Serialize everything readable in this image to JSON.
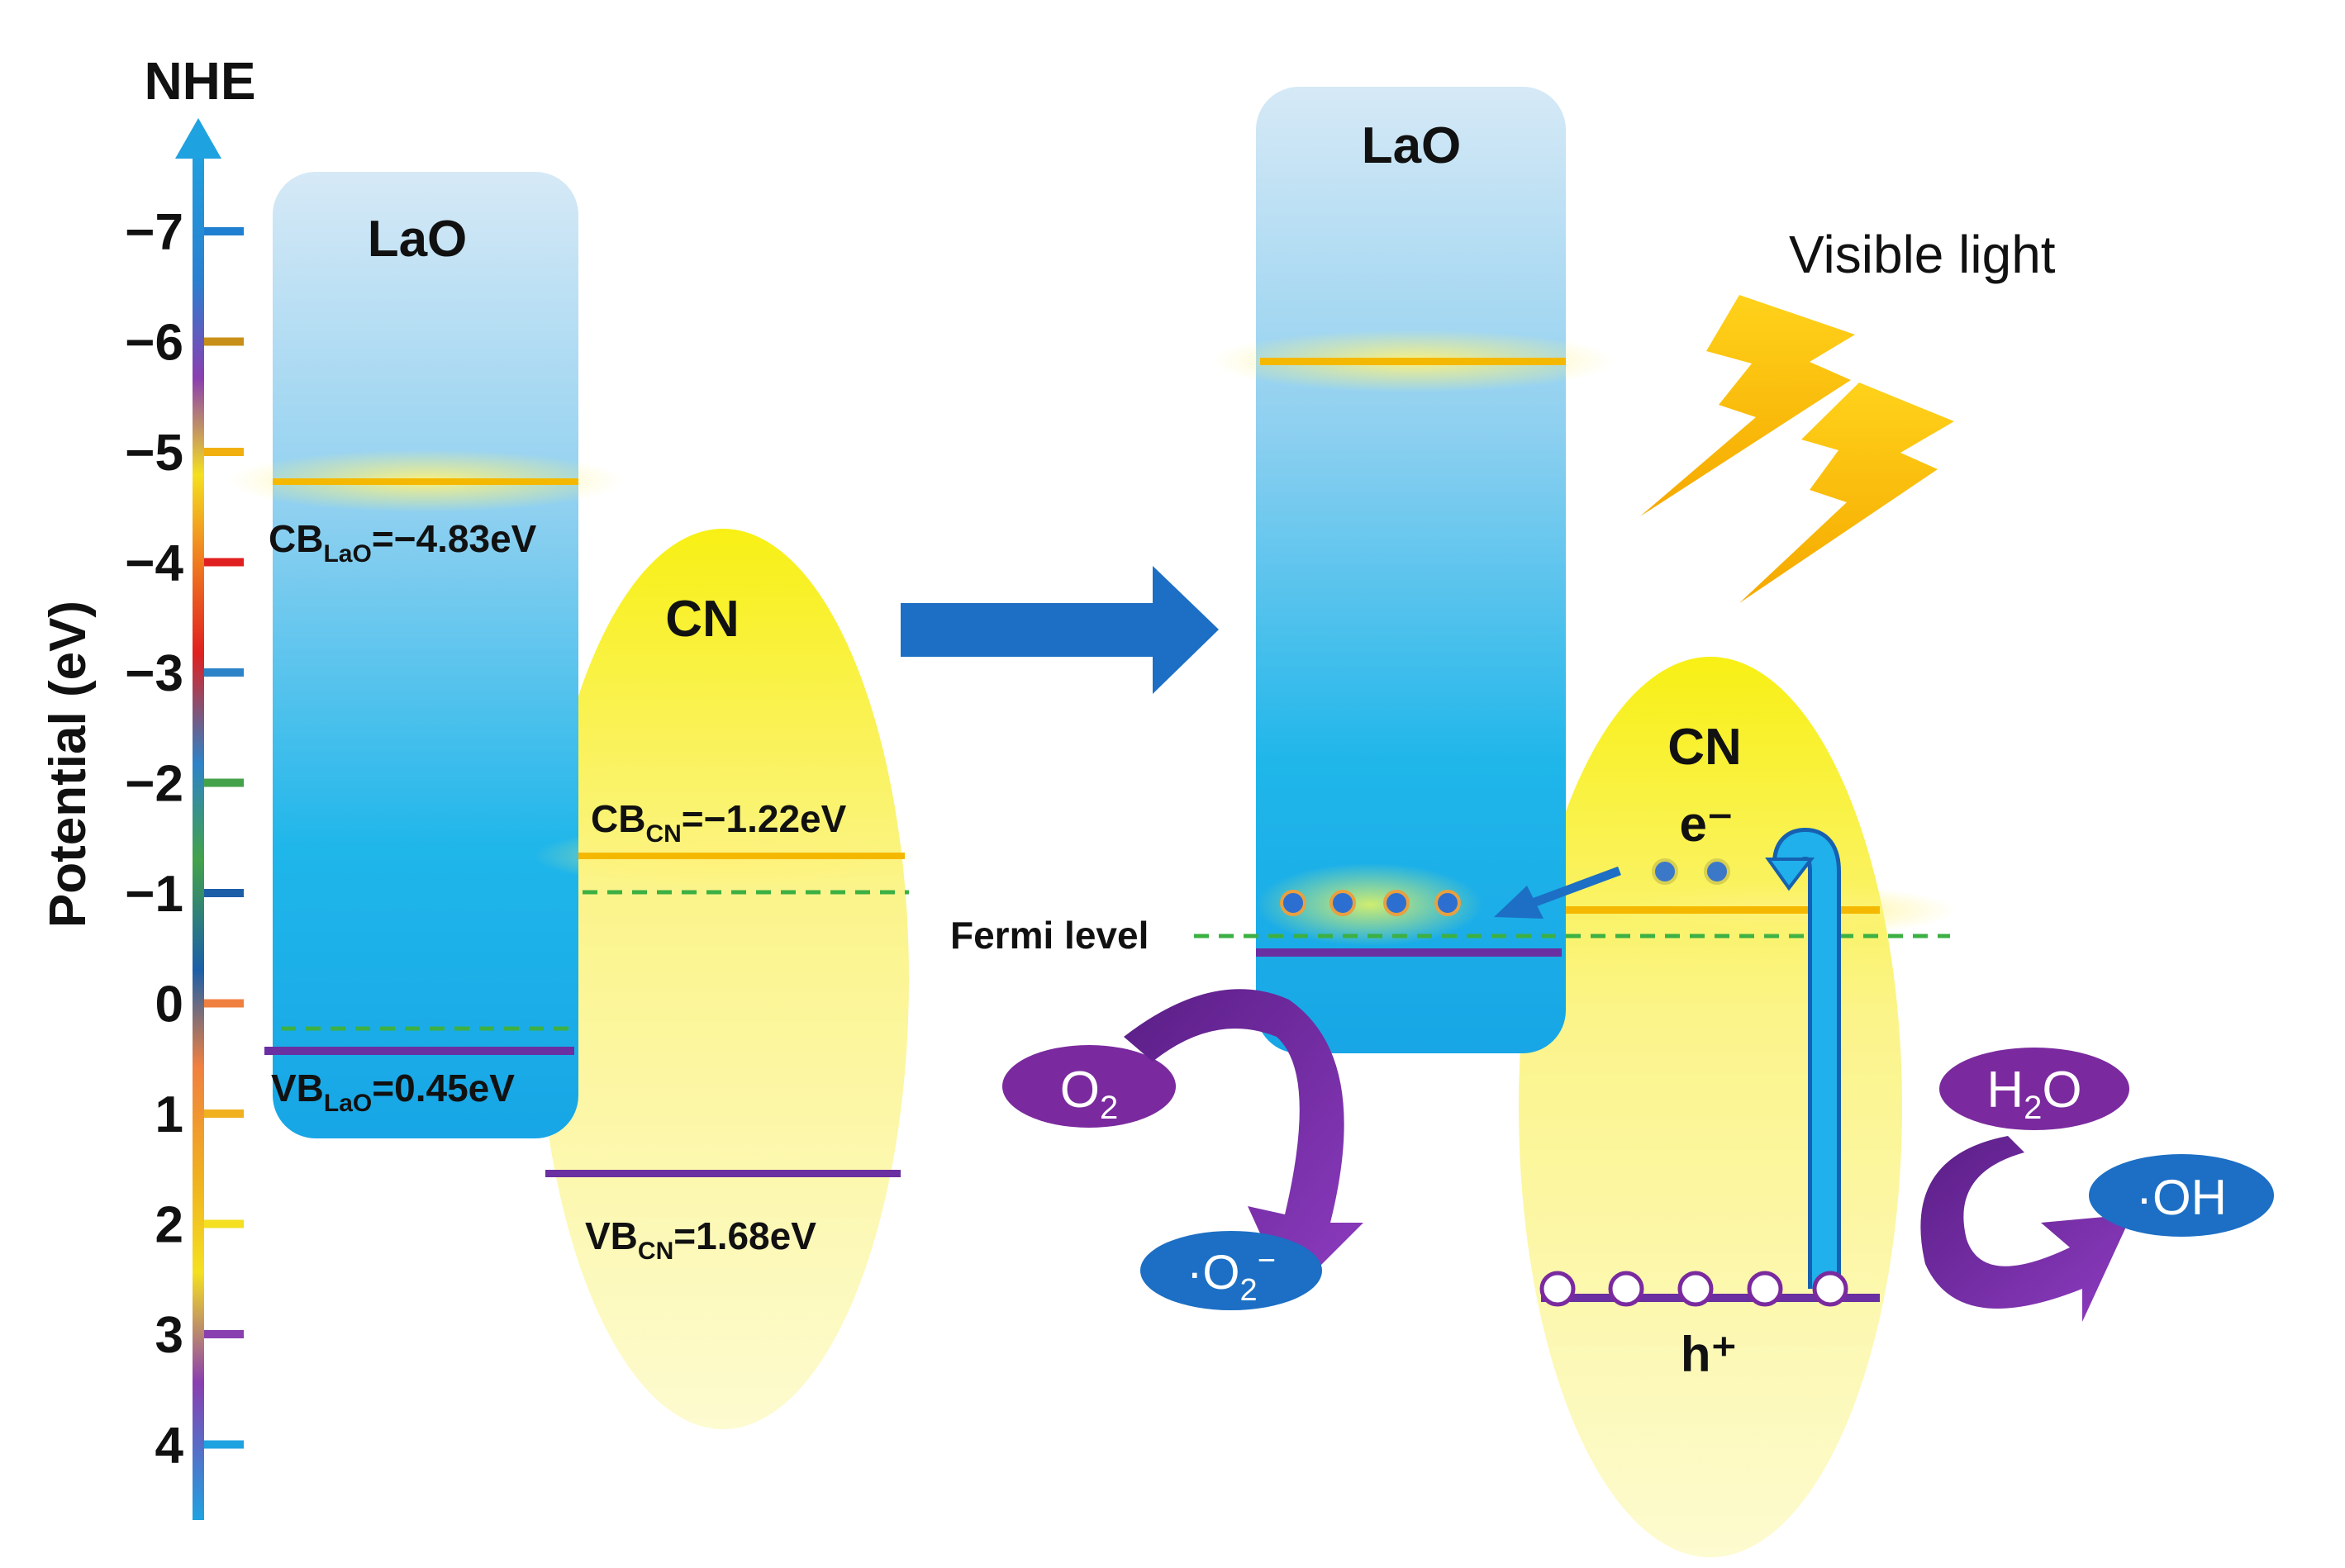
{
  "axis": {
    "title": "NHE",
    "label": "Potential (eV)",
    "ticks": [
      "−7",
      "−6",
      "−5",
      "−4",
      "−3",
      "−2",
      "−1",
      "0",
      "1",
      "2",
      "3",
      "4"
    ],
    "tick_values": [
      -7,
      -6,
      -5,
      -4,
      -3,
      -2,
      -1,
      0,
      1,
      2,
      3,
      4
    ],
    "tick_colors": [
      "#1f7fd0",
      "#c89018",
      "#f2b010",
      "#e02020",
      "#2d83c8",
      "#43a24a",
      "#1c5fa8",
      "#f08040",
      "#f0b020",
      "#f4e020",
      "#8a3fb0",
      "#1fa2e0"
    ]
  },
  "left_panel": {
    "lao_label": "LaO",
    "cn_label": "CN",
    "cb_lao": {
      "main": "CB",
      "sub": "LaO",
      "value": "=−4.83eV"
    },
    "vb_lao": {
      "main": "VB",
      "sub": "LaO",
      "value": "=0.45eV"
    },
    "cb_cn": {
      "main": "CB",
      "sub": "CN",
      "value": "=−1.22eV"
    },
    "vb_cn": {
      "main": "VB",
      "sub": "CN",
      "value": "=1.68eV"
    }
  },
  "right_panel": {
    "lao_label": "LaO",
    "cn_label": "CN",
    "fermi_label": "Fermi level",
    "light_label": "Visible light",
    "electron_label": "e⁻",
    "hole_label": "h⁺",
    "o2": {
      "main": "O",
      "sub": "2"
    },
    "superoxide": {
      "pre": "·O",
      "sub": "2",
      "sup": "−"
    },
    "h2o": {
      "a": "H",
      "sub": "2",
      "b": "O"
    },
    "hydroxyl": "·OH"
  },
  "colors": {
    "cb_line": "#f5b800",
    "vb_line": "#6a2fa0",
    "fermi_dash": "#3cb043",
    "arrow_blue": "#1565c0",
    "oval_purple": "#7a2a9e",
    "oval_blue": "#1c6fc4",
    "cn_yellow": "#f7f236"
  }
}
